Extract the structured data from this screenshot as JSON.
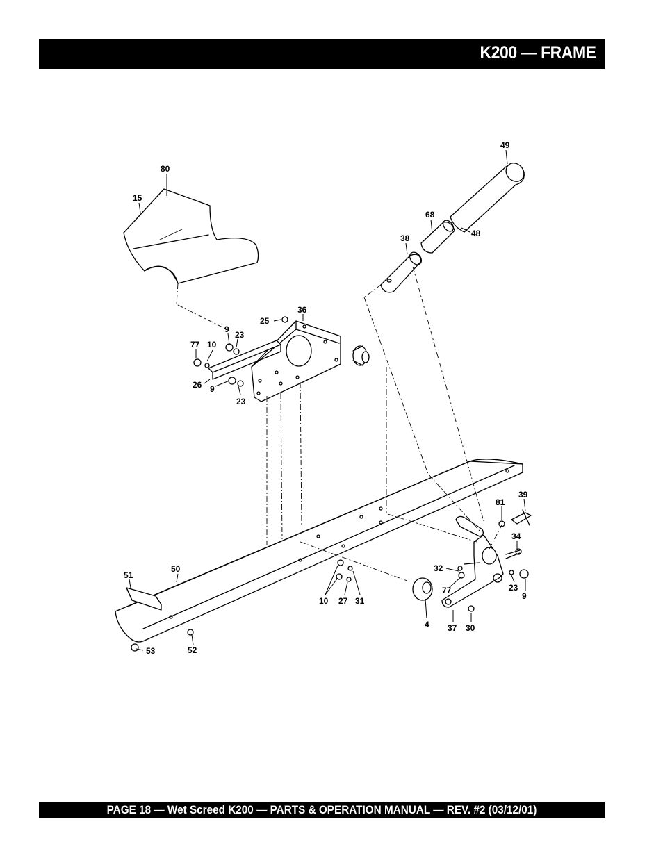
{
  "header": {
    "title": "K200 — FRAME"
  },
  "footer": {
    "text": "PAGE 18 — Wet Screed K200 — PARTS & OPERATION MANUAL — REV. #2 (03/12/01)"
  },
  "callouts": {
    "c80": "80",
    "c15": "15",
    "c49": "49",
    "c68": "68",
    "c48": "48",
    "c38": "38",
    "c36": "36",
    "c25": "25",
    "c9a": "9",
    "c23a": "23",
    "c77a": "77",
    "c10a": "10",
    "c26": "26",
    "c9b": "9",
    "c23b": "23",
    "c51": "51",
    "c50": "50",
    "c53": "53",
    "c52": "52",
    "c10b": "10",
    "c27": "27",
    "c31": "31",
    "c4": "4",
    "c37": "37",
    "c30": "30",
    "c32": "32",
    "c77b": "77",
    "c81": "81",
    "c39": "39",
    "c34": "34",
    "c23c": "23",
    "c9c": "9"
  }
}
